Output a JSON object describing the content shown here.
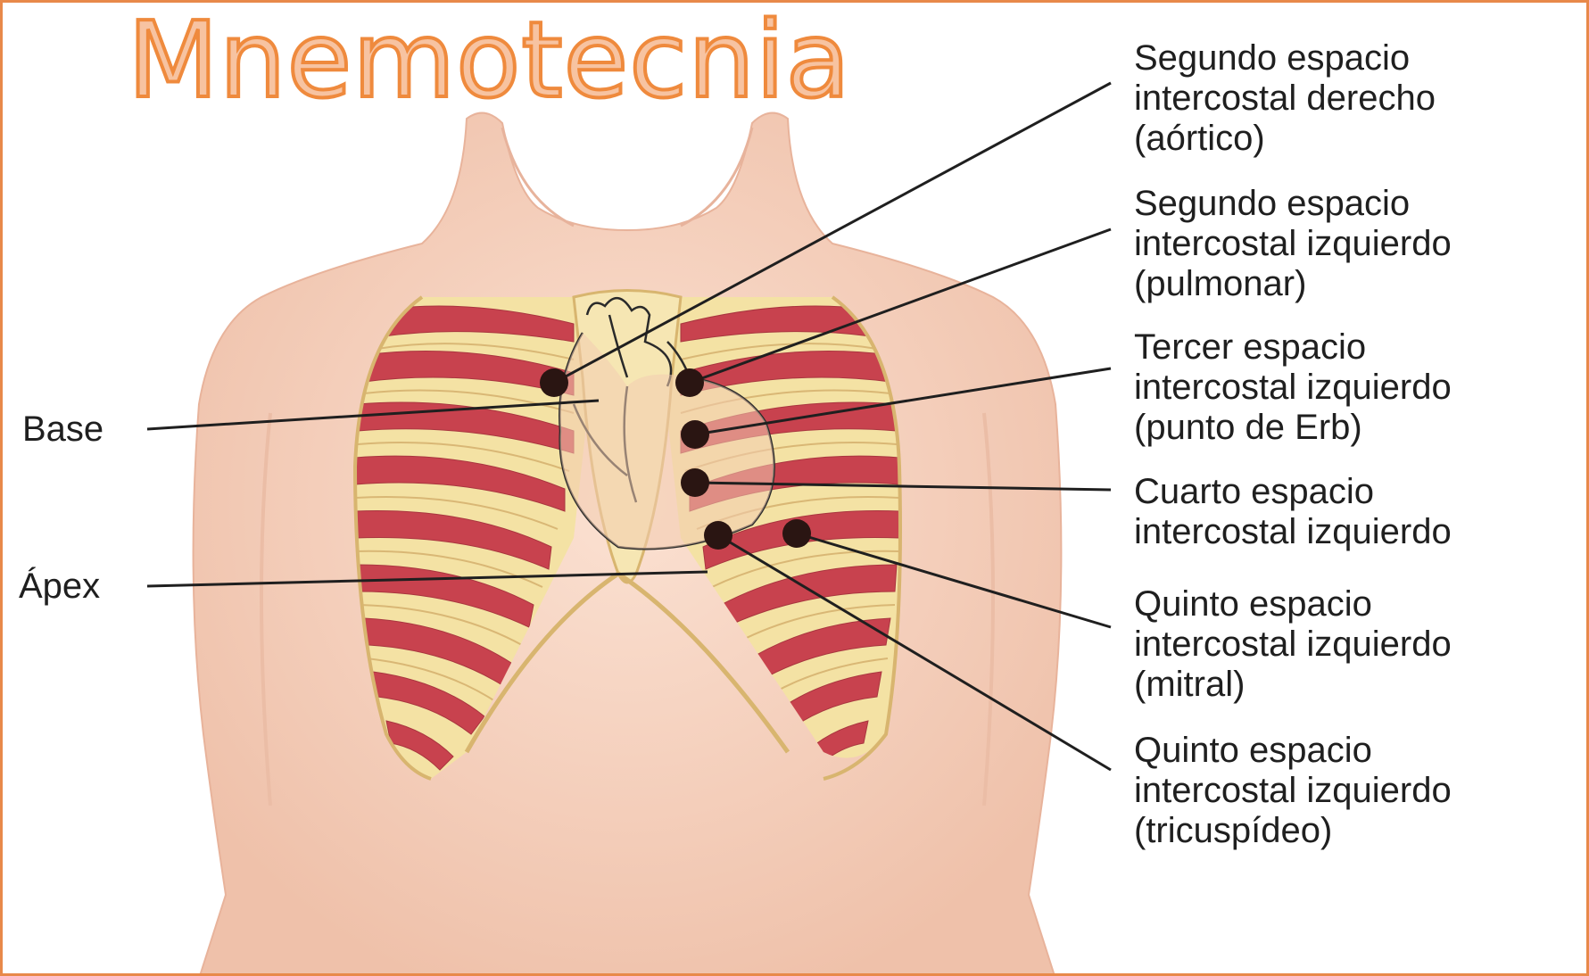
{
  "title": "Mnemotecnia",
  "left_labels": {
    "base": "Base",
    "apex": "Ápex"
  },
  "callouts": [
    {
      "lines": [
        "Segundo espacio",
        "intercostal derecho",
        "(aórtico)"
      ]
    },
    {
      "lines": [
        "Segundo espacio",
        "intercostal izquierdo",
        "(pulmonar)"
      ]
    },
    {
      "lines": [
        "Tercer espacio",
        "intercostal izquierdo",
        "(punto de Erb)"
      ]
    },
    {
      "lines": [
        "Cuarto espacio",
        "intercostal izquierdo"
      ]
    },
    {
      "lines": [
        "Quinto espacio",
        "intercostal izquierdo",
        "(mitral)"
      ]
    },
    {
      "lines": [
        "Quinto espacio",
        "intercostal izquierdo",
        "(tricuspídeo)"
      ]
    }
  ],
  "colors": {
    "title_fill": "#f7c3a1",
    "title_stroke": "#ef8a3d",
    "frame": "#e8894a",
    "skin": "#f6d3c0",
    "rib_bone": "#f4e2a4",
    "intercostal_muscle": "#c8424e",
    "marker": "#2a1512"
  },
  "icons": [
    "torso-illustration",
    "rib-cage",
    "heart-outline",
    "auscultation-point"
  ]
}
